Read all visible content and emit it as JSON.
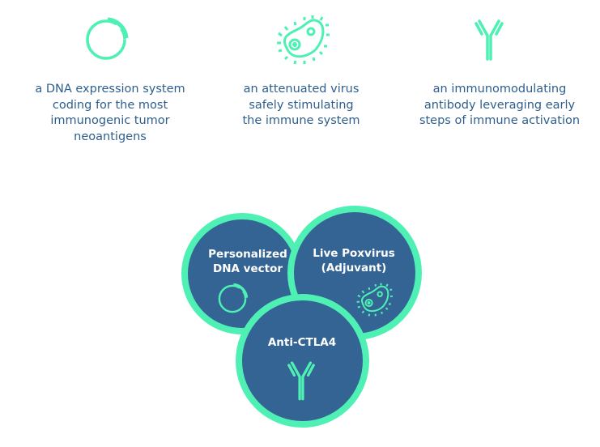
{
  "colors": {
    "accent": "#4ef0b4",
    "circle": "#336494",
    "text": "#2e5e8c"
  },
  "features": [
    {
      "icon": "dna-ring-icon",
      "lines": [
        "a DNA expression system",
        "coding for the most",
        "immunogenic tumor",
        "neoantigens"
      ]
    },
    {
      "icon": "virus-icon",
      "lines": [
        "an attenuated virus",
        "safely stimulating",
        "the immune system"
      ]
    },
    {
      "icon": "antibody-icon",
      "lines": [
        "an immunomodulating",
        "antibody leveraging early",
        "steps of immune activation"
      ]
    }
  ],
  "circles": [
    {
      "lines": [
        "Personalized",
        "DNA vector"
      ]
    },
    {
      "lines": [
        "Live Poxvirus",
        "(Adjuvant)"
      ]
    },
    {
      "lines": [
        "Anti-CTLA4"
      ]
    }
  ]
}
